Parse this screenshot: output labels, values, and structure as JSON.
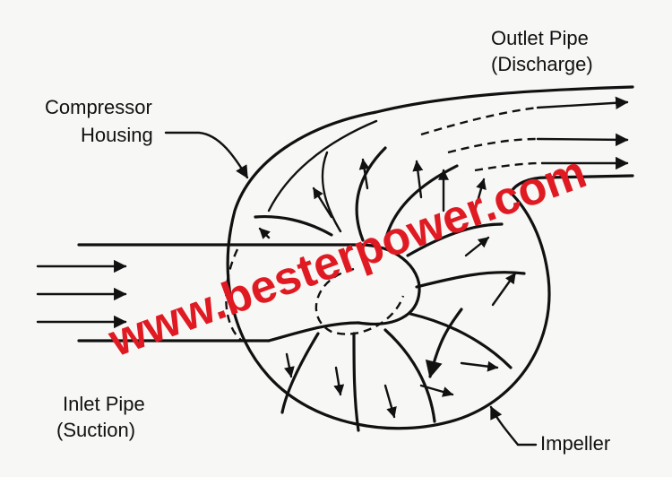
{
  "labels": {
    "outlet_line1": "Outlet Pipe",
    "outlet_line2": "(Discharge)",
    "housing_line1": "Compressor",
    "housing_line2": "Housing",
    "inlet_line1": "Inlet Pipe",
    "inlet_line2": "(Suction)",
    "impeller": "Impeller"
  },
  "watermark": {
    "text": "www.besterpower.com",
    "color": "#e01a22"
  }
}
